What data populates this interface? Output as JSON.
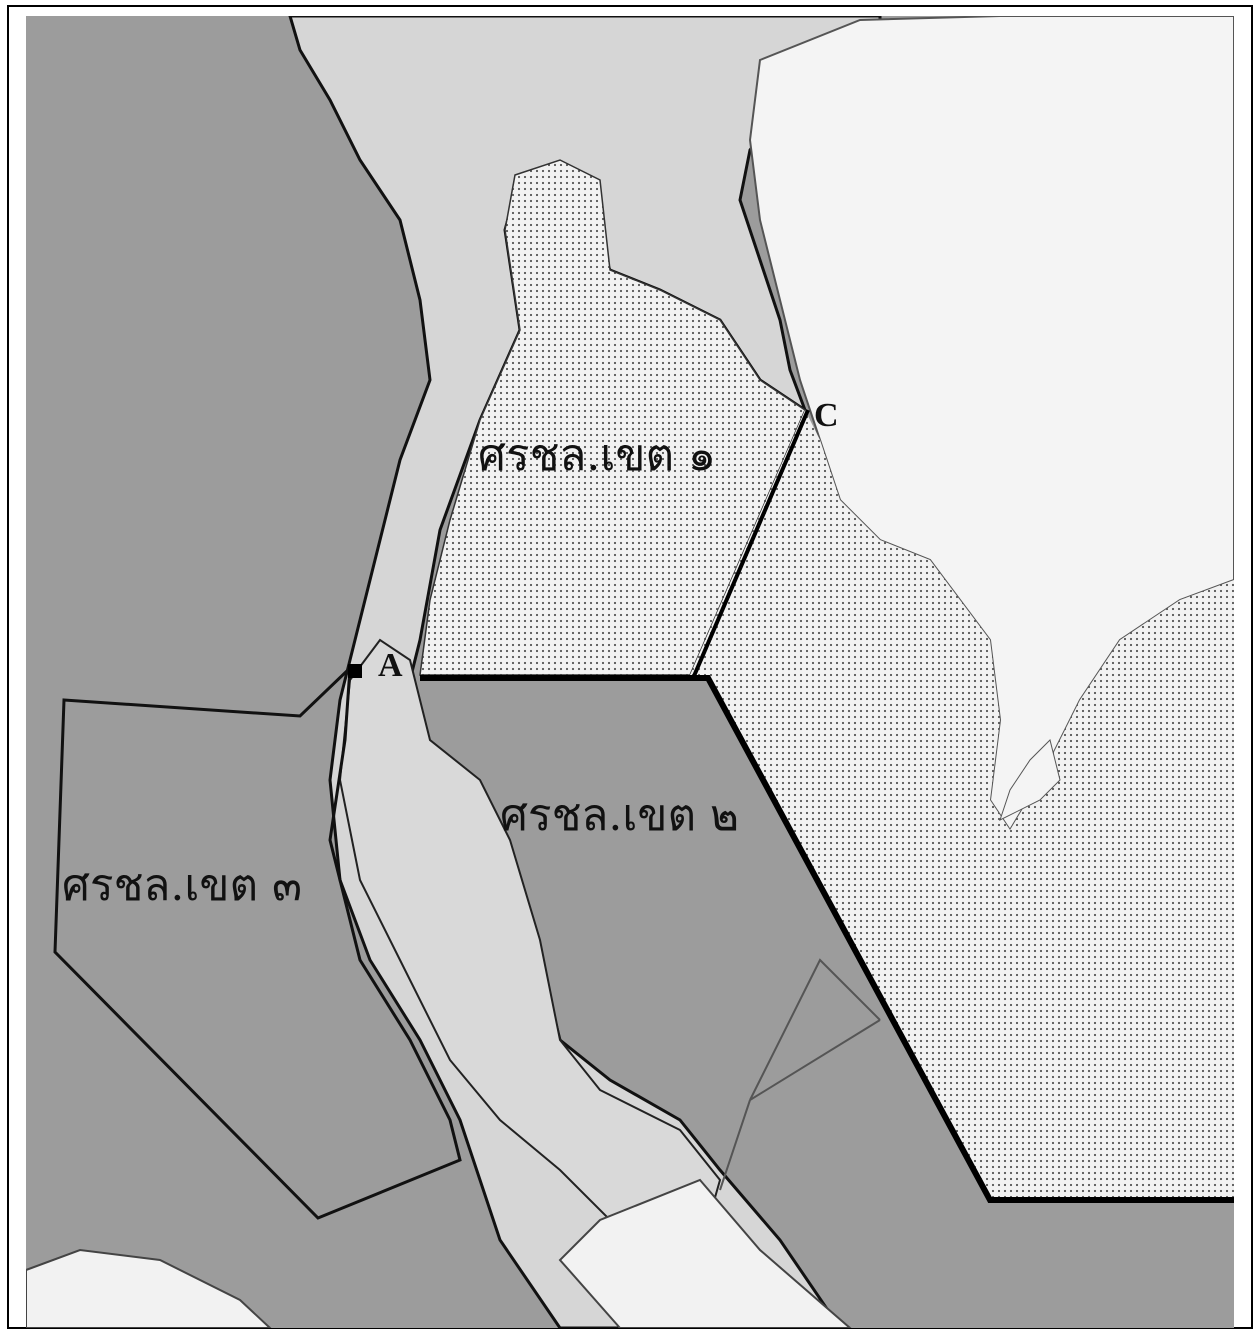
{
  "map": {
    "colors": {
      "sea": "#9a9a9a",
      "land_light": "#d9d9d9",
      "land_white": "#f4f4f4",
      "dots": "#444444",
      "border": "#000000"
    },
    "zones": [
      {
        "id": "zone-1",
        "label": "ศรชล.เขต ๑"
      },
      {
        "id": "zone-2",
        "label": "ศรชล.เขต ๒"
      },
      {
        "id": "zone-3",
        "label": "ศรชล.เขต ๓"
      }
    ],
    "points": [
      {
        "id": "A",
        "label": "A"
      },
      {
        "id": "C",
        "label": "C"
      }
    ]
  }
}
